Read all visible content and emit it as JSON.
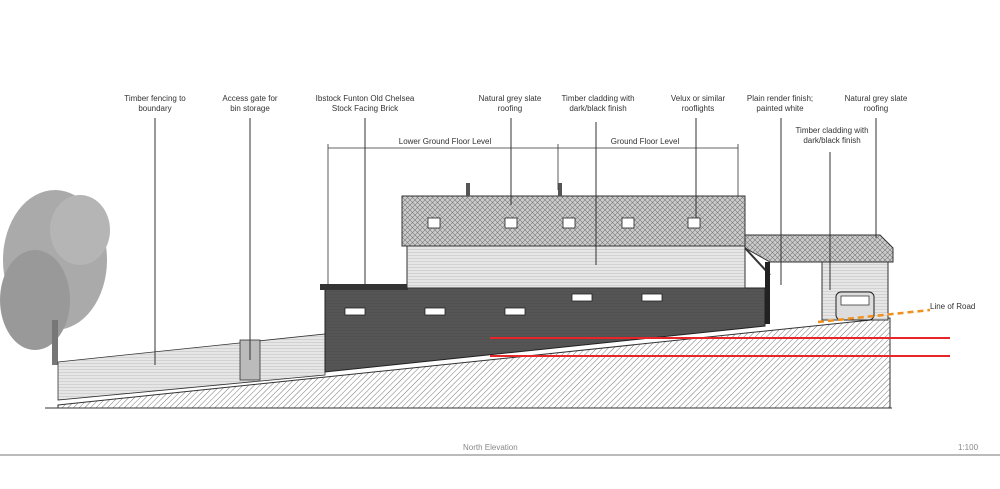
{
  "drawing": {
    "title": "North Elevation",
    "scale": "1:100",
    "labels": {
      "timber_fencing": "Timber fencing to\nboundary",
      "access_gate": "Access gate for\nbin storage",
      "brick": "Ibstock Funton Old Chelsea\nStock Facing Brick",
      "slate_main": "Natural grey slate\nroofing",
      "cladding_main": "Timber cladding with\ndark/black finish",
      "velux": "Velux or similar\nrooflights",
      "render": "Plain render finish;\npainted white",
      "cladding_carport": "Timber cladding with\ndark/black finish",
      "slate_carport": "Natural grey slate\nroofing",
      "line_of_road": "Line of Road"
    },
    "levels": {
      "lower_ground": "Lower Ground Floor Level",
      "ground": "Ground Floor Level"
    },
    "colors": {
      "level_line": "#e8262a",
      "road_line": "#f0901e",
      "dark_wall": "#555555"
    }
  }
}
